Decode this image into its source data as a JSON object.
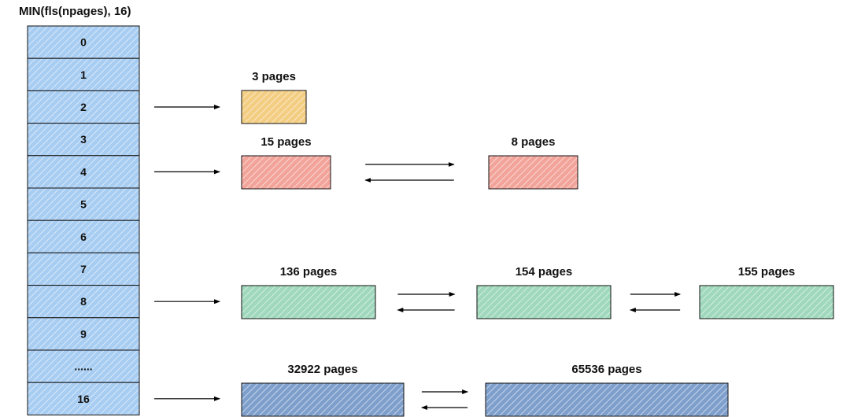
{
  "title": "MIN(fls(npages), 16)",
  "slots": [
    "0",
    "1",
    "2",
    "3",
    "4",
    "5",
    "6",
    "7",
    "8",
    "9",
    "......",
    "16"
  ],
  "colors": {
    "slot": "#a8cdf2",
    "yellow": "#f3cd82",
    "red": "#f2a49a",
    "green": "#9fd8bc",
    "blue": "#7e9fcc"
  },
  "lists": [
    {
      "slot": "2",
      "color_key": "yellow",
      "blocks": [
        {
          "label": "3 pages"
        }
      ]
    },
    {
      "slot": "4",
      "color_key": "red",
      "blocks": [
        {
          "label": "15 pages"
        },
        {
          "label": "8 pages"
        }
      ]
    },
    {
      "slot": "8",
      "color_key": "green",
      "blocks": [
        {
          "label": "136 pages"
        },
        {
          "label": "154 pages"
        },
        {
          "label": "155 pages"
        }
      ]
    },
    {
      "slot": "16",
      "color_key": "blue",
      "blocks": [
        {
          "label": "32922 pages"
        },
        {
          "label": "65536 pages"
        }
      ]
    }
  ]
}
